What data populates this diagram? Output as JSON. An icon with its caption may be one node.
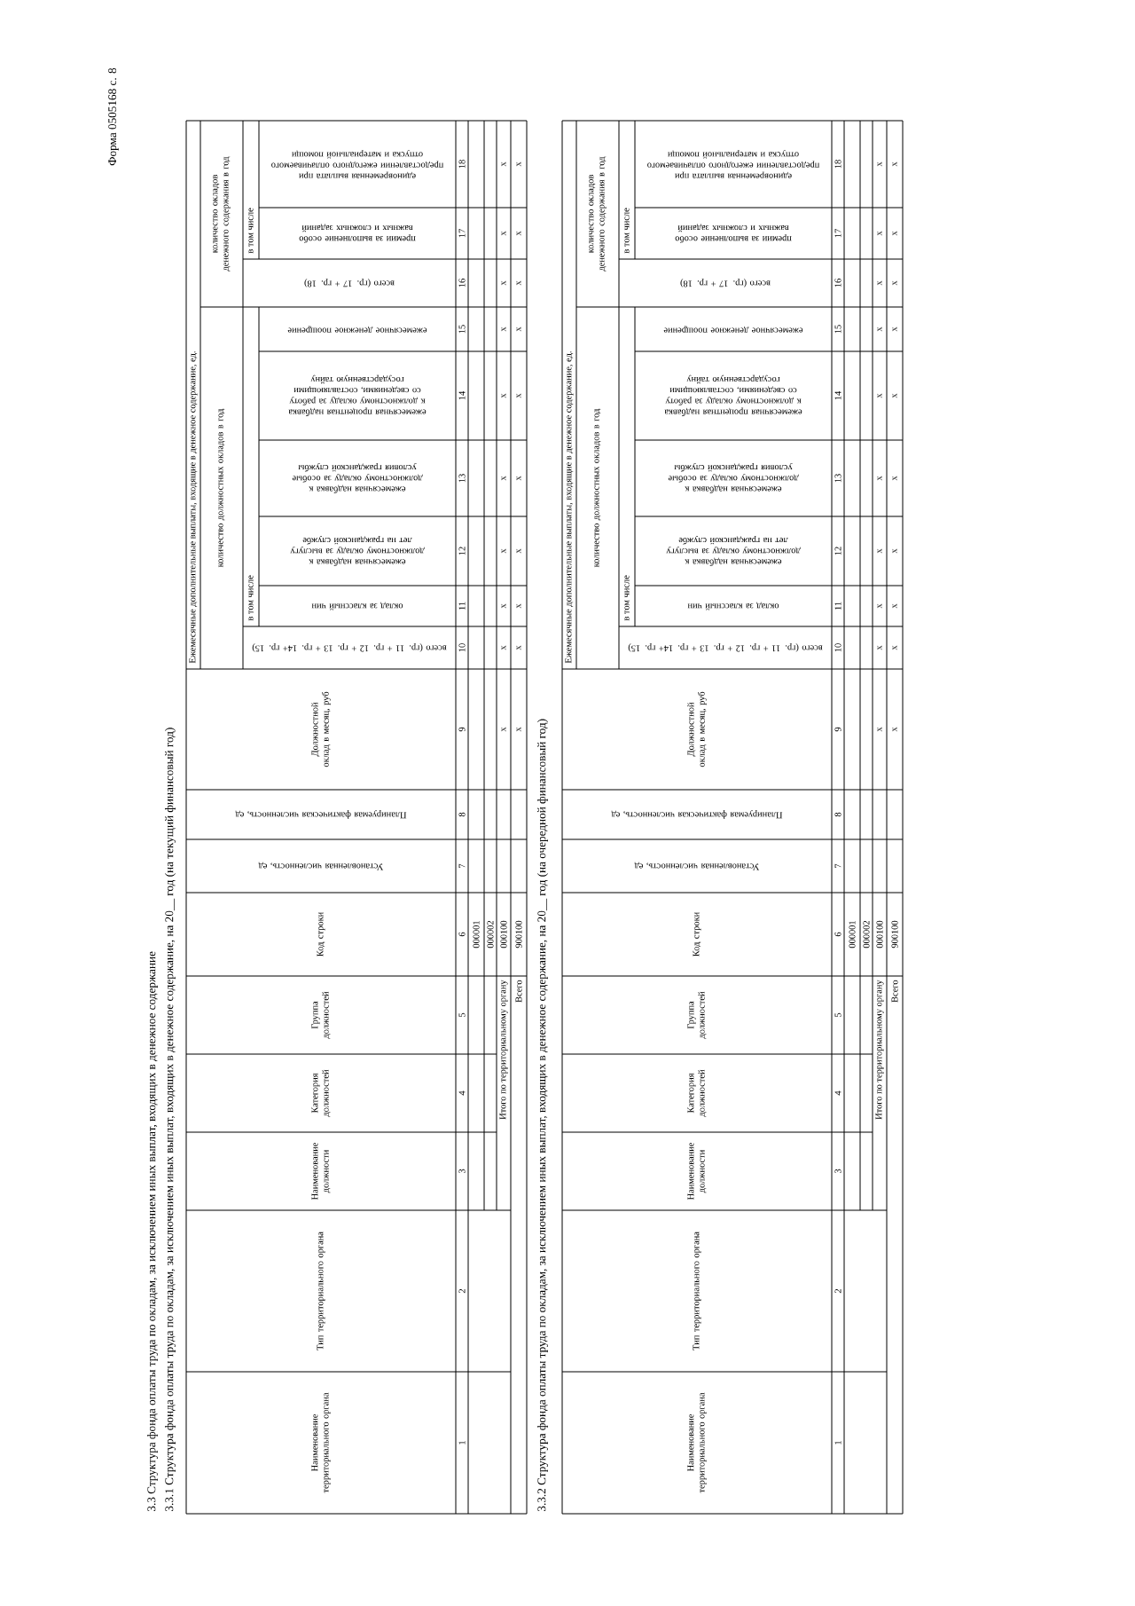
{
  "diagram": {
    "labels": [
      "Форма 0505168 с. 8",
      "3.3 Структура фонда оплаты труда по окладам, за исключением иных выплат, входящих в денежное содержание",
      "3.3.1 Структура фонда оплаты труда по окладам, за исключением иных выплат, входящих в денежное содержание, на 20__ год (на текущий финансовый год)",
      "Наименование территориального органа",
      "Тип территориального органа",
      "Наименование должности",
      "Категория должностей",
      "Группа должностей",
      "Код строки",
      "Установленная численность, ед",
      "Планируемая фактическая численность, ед",
      "Должностной оклад в месяц, руб",
      "Ежемесячные дополнительные выплаты, входящие в денежное содержание, ед.",
      "количество должностных окладов в год",
      "количество окладов денежного содержания в год",
      "всего (гр. 11 + гр. 12 + гр. 13 + гр. 14+ гр. 15)",
      "в том числе",
      "всего (гр. 17 + гр. 18)",
      "в том числе",
      "оклад за классный чин",
      "ежемесячная надбавка к должностному окладу за выслугу лет на гражданской службе",
      "ежемесячная надбавка к должностному окладу за особые условия гражданской службы",
      "ежемесячная процентная надбавка к должностному окладу за работу со сведениями, составляющими государственную тайну",
      "ежемесячное денежное поощрение",
      "премии за выполнение особо важных и сложных заданий",
      "единовременная выплата при предоставлении ежегодного оплачиваемого отпуска и материальной помощи",
      "1",
      "2",
      "3",
      "4",
      "5",
      "6",
      "7",
      "8",
      "9",
      "10",
      "11",
      "12",
      "13",
      "14",
      "15",
      "16",
      "17",
      "18",
      "000001",
      "000002",
      "Итого по территориальному органу",
      "000100",
      "x",
      "x",
      "x",
      "x",
      "x",
      "x",
      "x",
      "x",
      "x",
      "x",
      "Всего",
      "900100",
      "x",
      "x",
      "x",
      "x",
      "x",
      "x",
      "x",
      "x",
      "x",
      "x",
      "3.3.2 Структура фонда оплаты труда по окладам, за исключением иных выплат, входящих в денежное содержание, на 20__ год (на очередной финансовый год)",
      "Наименование территориального органа",
      "Тип территориального органа",
      "Наименование должности",
      "Категория должностей",
      "Группа должностей",
      "Код строки",
      "Установленная численность, ед",
      "Планируемая фактическая численность, ед",
      "Должностной оклад в месяц, руб",
      "Ежемесячные дополнительные выплаты, входящие в денежное содержание, ед.",
      "количество должностных окладов в год",
      "количество окладов денежного содержания в год",
      "всего (гр. 11 + гр. 12 + гр. 13 + гр. 14+ гр. 15)",
      "в том числе",
      "всего (гр. 17 + гр. 18)",
      "в том числе",
      "оклад за классный чин",
      "ежемесячная надбавка к должностному окладу за выслугу лет на гражданской службе",
      "ежемесячная надбавка к должностному окладу за особые условия гражданской службы",
      "ежемесячная процентная надбавка к должностному окладу за работу со сведениями, составляющими государственную тайну",
      "ежемесячное денежное поощрение",
      "премии за выполнение особо важных и сложных заданий",
      "единовременная выплата при предоставлении ежегодного оплачиваемого отпуска и материальной помощи",
      "1",
      "2",
      "3",
      "4",
      "5",
      "6",
      "7",
      "8",
      "9",
      "10",
      "11",
      "12",
      "13",
      "14",
      "15",
      "16",
      "17",
      "18",
      "000001",
      "000002",
      "Итого по территориальному органу",
      "000100",
      "x",
      "x",
      "x",
      "x",
      "x",
      "x",
      "x",
      "x",
      "x",
      "x",
      "Всего",
      "900100",
      "x",
      "x",
      "x",
      "x",
      "x",
      "x",
      "x",
      "x",
      "x",
      "x"
    ]
  }
}
